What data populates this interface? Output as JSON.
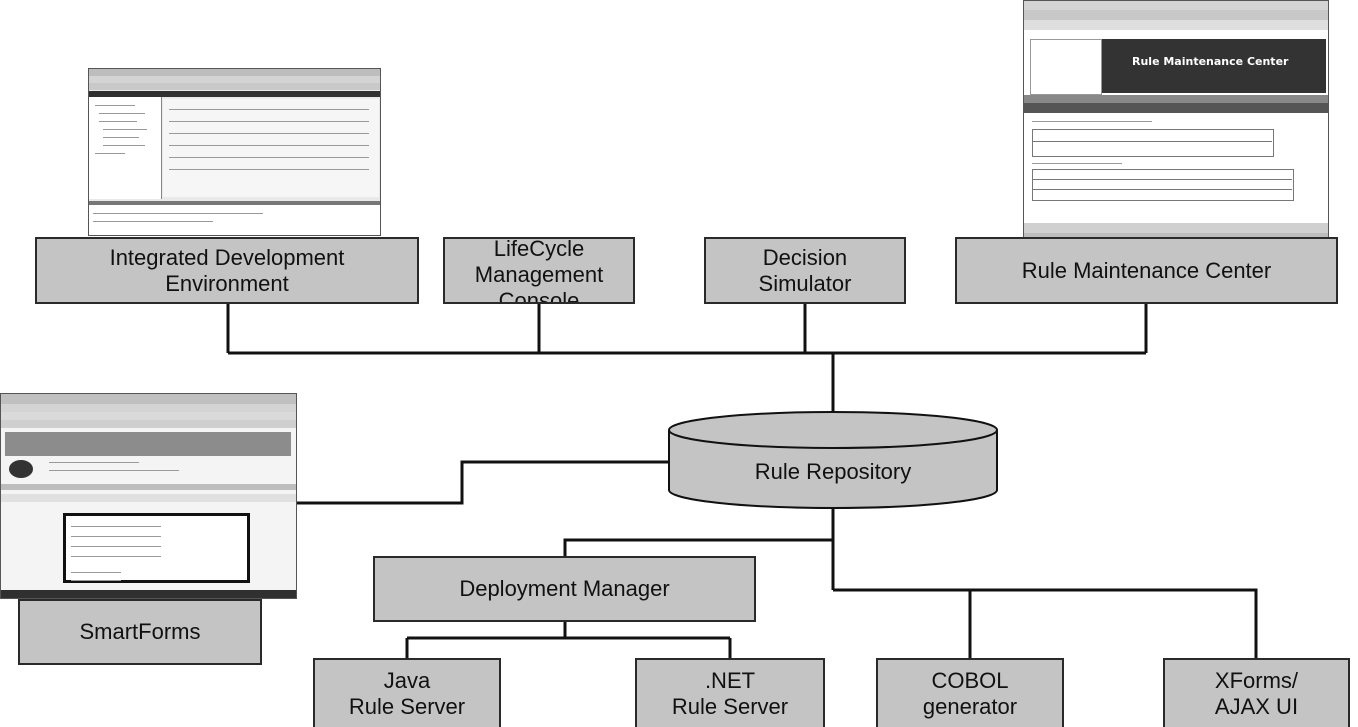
{
  "diagram": {
    "nodes": {
      "ide": "Integrated Development\nEnvironment",
      "lifecycle": "LifeCycle\nManagement\nConsole",
      "decision_simulator": "Decision\nSimulator",
      "rule_maintenance_center": "Rule Maintenance Center",
      "rule_repository": "Rule Repository",
      "smartforms": "SmartForms",
      "deployment_manager": "Deployment Manager",
      "java_rule_server": "Java\nRule Server",
      "net_rule_server": ".NET\nRule Server",
      "cobol_generator": "COBOL\ngenerator",
      "xforms_ajax_ui": "XForms/\nAJAX UI"
    },
    "screenshots": {
      "rmc_banner_title": "Rule Maintenance Center"
    }
  }
}
